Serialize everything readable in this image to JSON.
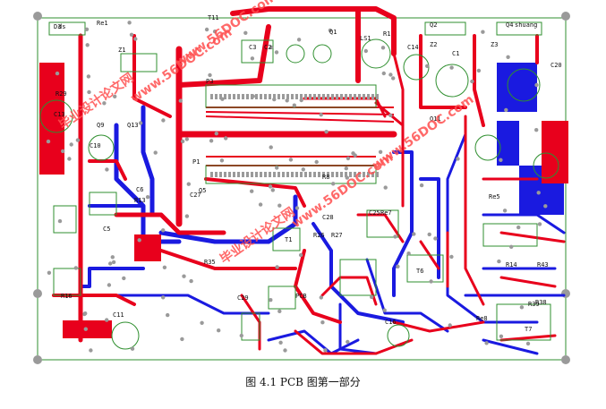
{
  "caption": "图 4.1 PCB 图第一部分",
  "colors": {
    "top_layer": "#e8001c",
    "bottom_layer": "#1a1ae0",
    "silkscreen": "#2f8f2f",
    "pad": "#9a9a9a",
    "background": "#ffffff"
  },
  "watermarks": [
    "毕业设计论文网",
    "www.56DOC.com"
  ],
  "component_labels": [
    "D3",
    "ds",
    "Re1",
    "T11",
    "Q1",
    "LS1",
    "R1",
    "Q2",
    "Q4",
    "shuang",
    "C14",
    "Z2",
    "Z3",
    "C1",
    "C20",
    "Q11",
    "Z1",
    "C3",
    "C2",
    "P3",
    "R29",
    "C13",
    "Q9",
    "Q13",
    "C10",
    "P1",
    "Q5",
    "C6",
    "R13",
    "C5",
    "C27",
    "T1",
    "R35",
    "C28",
    "C25",
    "Re7",
    "R26",
    "R27",
    "T6",
    "Re5",
    "R14",
    "R43",
    "R38",
    "C29",
    "PCB",
    "R16",
    "C11",
    "C16",
    "Re8",
    "R39",
    "T7",
    "R8"
  ]
}
